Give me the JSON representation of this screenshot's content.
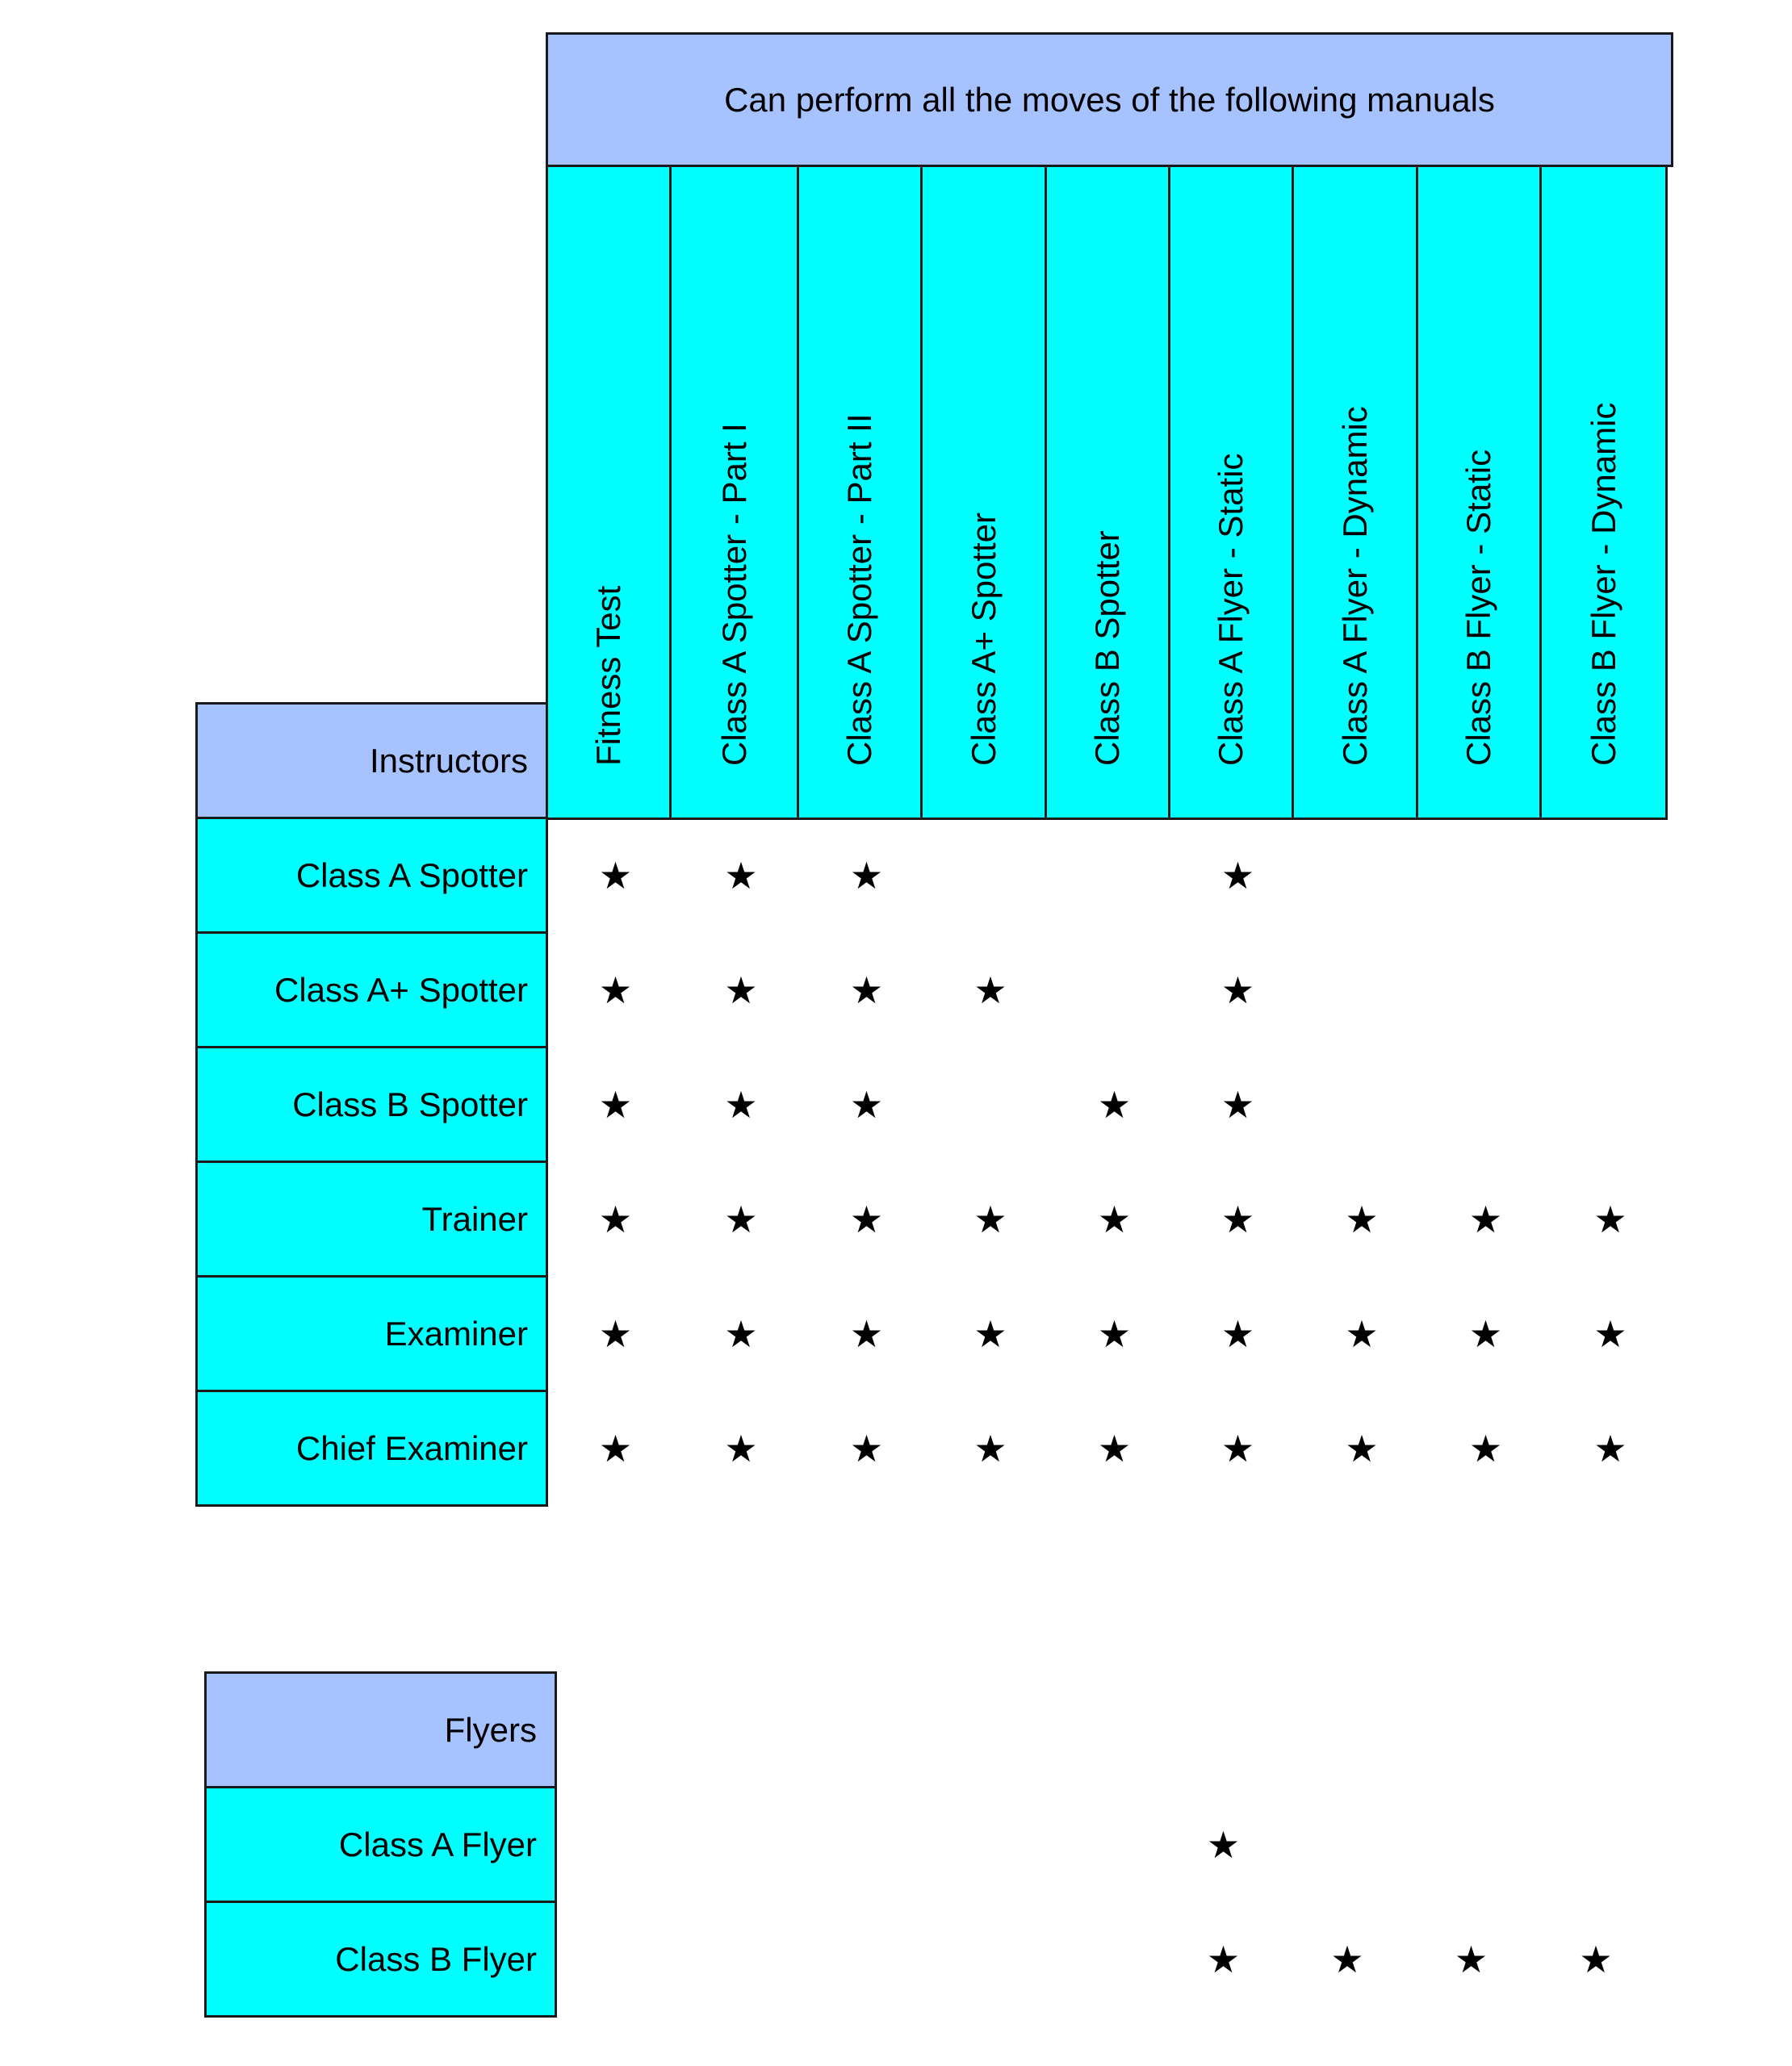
{
  "banner": "Can perform all the moves of the following manuals",
  "columns": [
    "Fitness Test",
    "Class A Spotter - Part I",
    "Class A Spotter - Part II",
    "Class A+ Spotter",
    "Class B Spotter",
    "Class A Flyer - Static",
    "Class A Flyer - Dynamic",
    "Class B Flyer - Static",
    "Class B Flyer - Dynamic"
  ],
  "instructors": {
    "header": "Instructors",
    "rows": [
      {
        "label": "Class A Spotter",
        "marks": [
          1,
          1,
          1,
          0,
          0,
          1,
          0,
          0,
          0
        ]
      },
      {
        "label": "Class A+ Spotter",
        "marks": [
          1,
          1,
          1,
          1,
          0,
          1,
          0,
          0,
          0
        ]
      },
      {
        "label": "Class B Spotter",
        "marks": [
          1,
          1,
          1,
          0,
          1,
          1,
          0,
          0,
          0
        ]
      },
      {
        "label": "Trainer",
        "marks": [
          1,
          1,
          1,
          1,
          1,
          1,
          1,
          1,
          1
        ]
      },
      {
        "label": "Examiner",
        "marks": [
          1,
          1,
          1,
          1,
          1,
          1,
          1,
          1,
          1
        ]
      },
      {
        "label": "Chief Examiner",
        "marks": [
          1,
          1,
          1,
          1,
          1,
          1,
          1,
          1,
          1
        ]
      }
    ]
  },
  "flyers": {
    "header": "Flyers",
    "rows": [
      {
        "label": "Class A Flyer",
        "marks": [
          0,
          0,
          0,
          0,
          0,
          1,
          0,
          0,
          0
        ]
      },
      {
        "label": "Class B Flyer",
        "marks": [
          0,
          0,
          0,
          0,
          0,
          1,
          1,
          1,
          1
        ]
      }
    ]
  },
  "star_glyph": "★",
  "colors": {
    "header_fill": "#a6c2ff",
    "cell_fill": "#00ffff",
    "border": "#1a1a1a"
  }
}
